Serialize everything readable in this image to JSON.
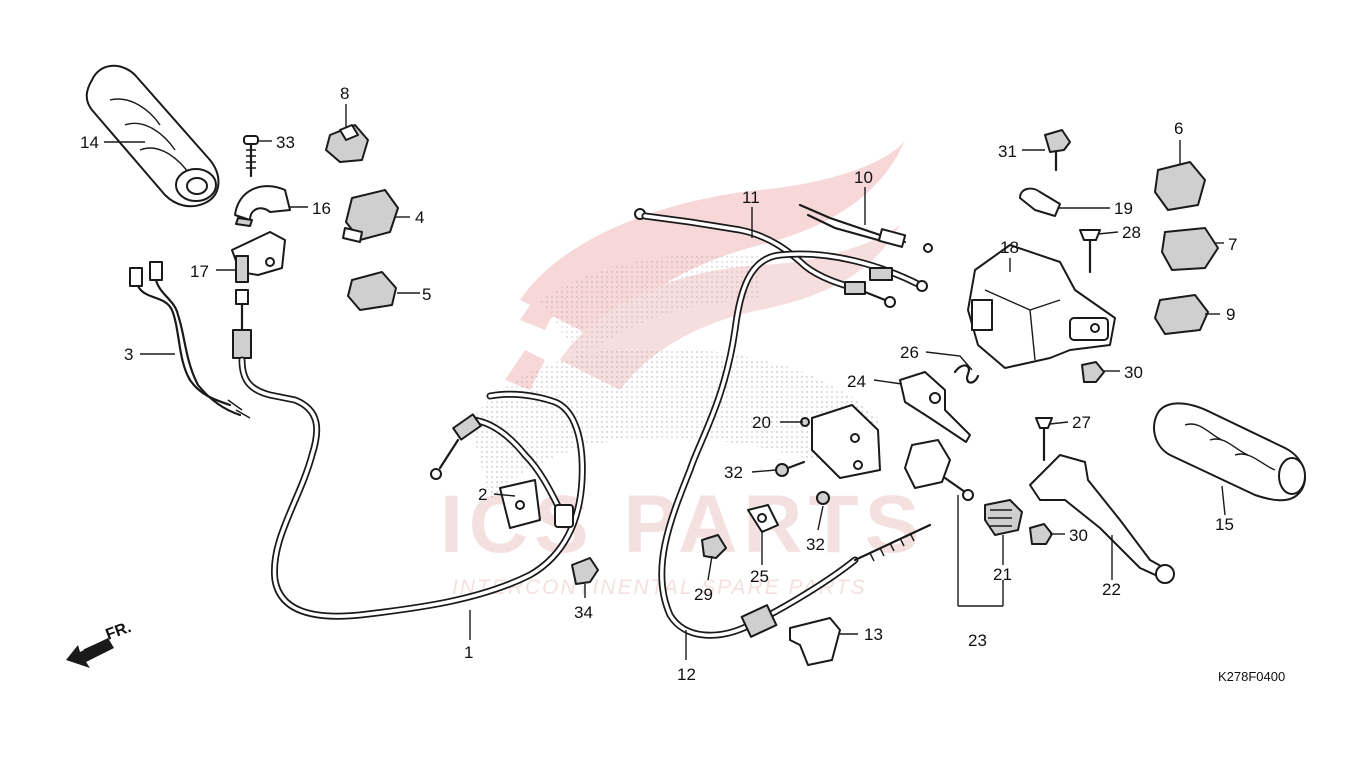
{
  "diagram": {
    "reference_code": "K278F0400",
    "direction_label": "FR.",
    "watermark": {
      "main": "ICS PARTS",
      "sub": "INTERCONTINENTAL SPARE PARTS",
      "color": "#e8a0a0"
    },
    "callouts": [
      "1",
      "2",
      "3",
      "4",
      "5",
      "6",
      "7",
      "8",
      "9",
      "10",
      "11",
      "12",
      "13",
      "14",
      "15",
      "16",
      "17",
      "18",
      "19",
      "20",
      "21",
      "22",
      "23",
      "24",
      "25",
      "26",
      "27",
      "28",
      "29",
      "30",
      "30",
      "31",
      "32",
      "32",
      "33",
      "34"
    ]
  }
}
